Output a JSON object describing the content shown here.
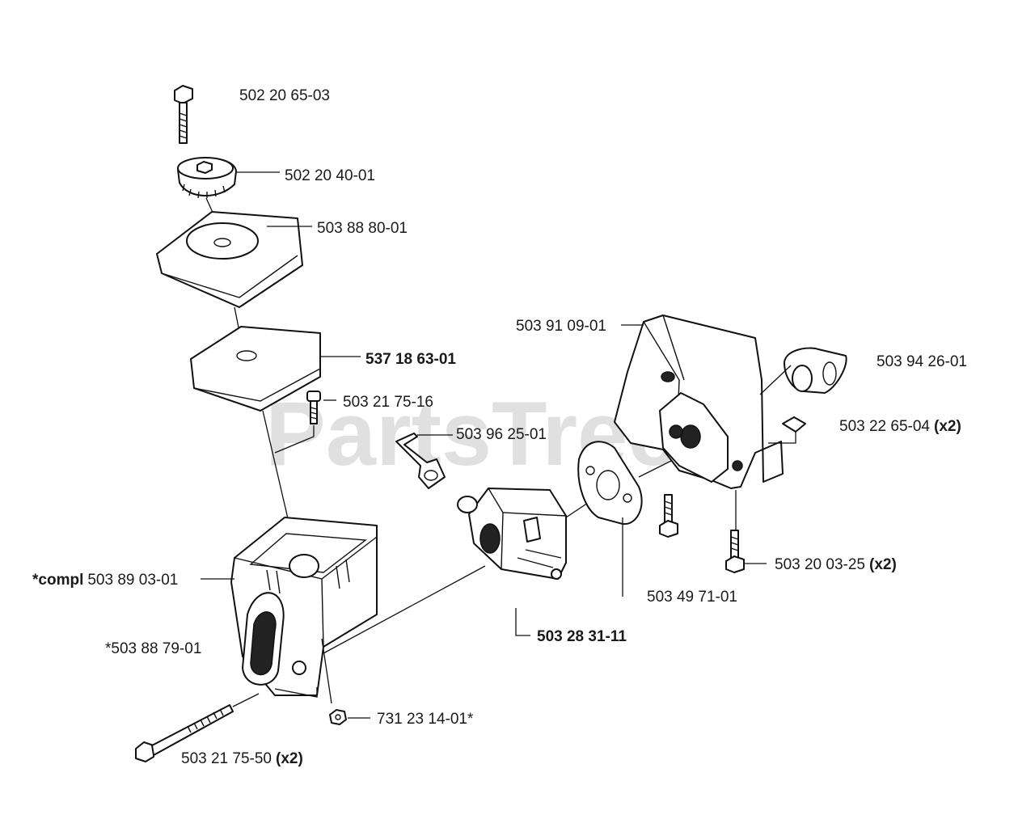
{
  "watermark": "PartsTree",
  "watermark_tm": "™",
  "labels": {
    "screw_top": "502 20 65-03",
    "knob": "502 20 40-01",
    "filter_cover": "503 88 80-01",
    "filter": "537 18 63-01",
    "screw_small": "503 21 75-16",
    "lever": "503 96 25-01",
    "housing_prefix": "*compl",
    "housing": "503 89 03-01",
    "handle_side": "*503 88 79-01",
    "nut": "731 23 14-01*",
    "long_bolt": "503 21 75-50",
    "long_bolt_qty": "(x2)",
    "carburetor": "503 28 31-11",
    "gasket": "503 49 71-01",
    "intake_cover": "503 91 09-01",
    "boot": "503 94 26-01",
    "clip": "503 22 65-04",
    "clip_qty": "(x2)",
    "bolt_bottom": "503 20 03-25",
    "bolt_bottom_qty": "(x2)"
  }
}
